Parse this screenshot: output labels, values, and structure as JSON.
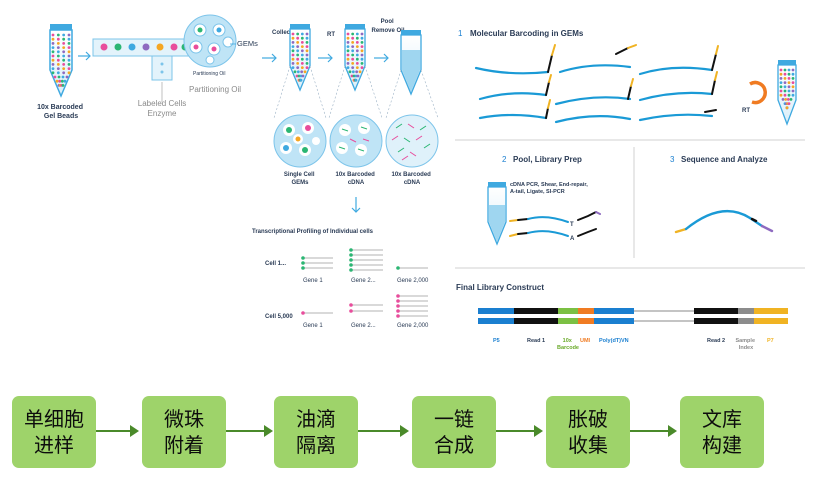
{
  "workflow": {
    "gel_beads": "10x Barcoded\nGel Beads",
    "gems": "GEMs",
    "partitioning_oil_small": "Partitioning Oil",
    "partitioning_oil": "Partitioning Oil",
    "labeled_cells": "Labeled Cells",
    "enzyme": "Enzyme",
    "collect": "Collect",
    "rt": "RT",
    "pool_remove_oil": "Pool\nRemove Oil",
    "single_cell_gems": "Single Cell\nGEMs",
    "barcoded_cdna_1": "10x Barcoded\ncDNA",
    "barcoded_cdna_2": "10x Barcoded\ncDNA"
  },
  "profiling": {
    "title": "Transcriptional Profiling of Individual cells",
    "cell_top": "Cell 1...",
    "cell_bottom": "Cell 5,000",
    "gene_labels": [
      "Gene 1",
      "Gene 2...",
      "Gene 2,000"
    ]
  },
  "panels": {
    "barcoding_num": "1",
    "barcoding_title": "Molecular Barcoding in GEMs",
    "rt_label": "RT",
    "pool_num": "2",
    "pool_title": "Pool, Library Prep",
    "pool_steps": "cDNA PCR, Shear, End-repair,\nA-tail, Ligate, SI-PCR",
    "t_label": "T",
    "a_label": "A",
    "seq_num": "3",
    "seq_title": "Sequence and Analyze"
  },
  "library": {
    "title": "Final Library Construct",
    "p5": "P5",
    "read1": "Read 1",
    "barcode": "10x\nBarcode",
    "umi": "UMI",
    "polydt": "Poly(dT)VN",
    "read2": "Read 2",
    "sample_index": "Sample\nIndex",
    "p7": "P7"
  },
  "steps": [
    "单细胞\n进样",
    "微珠\n附着",
    "油滴\n隔离",
    "一链\n合成",
    "胀破\n收集",
    "文库\n构建"
  ],
  "colors": {
    "step_fill": "#9ed36a",
    "arrow": "#4a8a2a",
    "cdna_blue": "#1a9ad6",
    "p5_blue": "#1a7fd0",
    "read_black": "#111111",
    "barcode_green": "#7bc043",
    "umi_orange": "#f07b22",
    "sample_gray": "#8c8c8c",
    "p7_yellow": "#f0b323",
    "tube_blue": "#3fa9e0"
  }
}
